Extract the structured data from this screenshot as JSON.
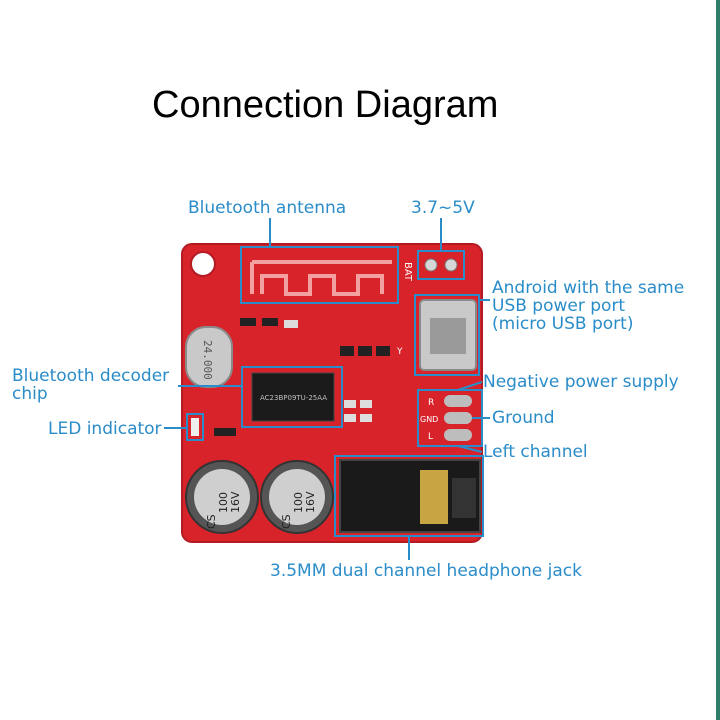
{
  "title": "Connection Diagram",
  "colors": {
    "label": "#2a8cc9",
    "board": "#d9232b",
    "frame_right": "#2e7d6b"
  },
  "board": {
    "pin_label": "BAT",
    "chip_text": "AC23BP09TU-25AA",
    "crystal_text": "24.000",
    "capacitor_text_1": "CS",
    "capacitor_text_2": "100",
    "capacitor_text_3": "16V",
    "pad_r": "R",
    "pad_gnd": "GND",
    "pad_l": "L",
    "smd_mark": "Y"
  },
  "labels": {
    "antenna": "Bluetooth antenna",
    "voltage": "3.7~5V",
    "usb_line1": "Android with the same",
    "usb_line2": "USB power port",
    "usb_line3": "(micro USB port)",
    "decoder_line1": "Bluetooth decoder",
    "decoder_line2": "chip",
    "led": "LED indicator",
    "negative": "Negative power supply",
    "ground": "Ground",
    "left": "Left channel",
    "jack": "3.5MM dual channel headphone jack"
  }
}
